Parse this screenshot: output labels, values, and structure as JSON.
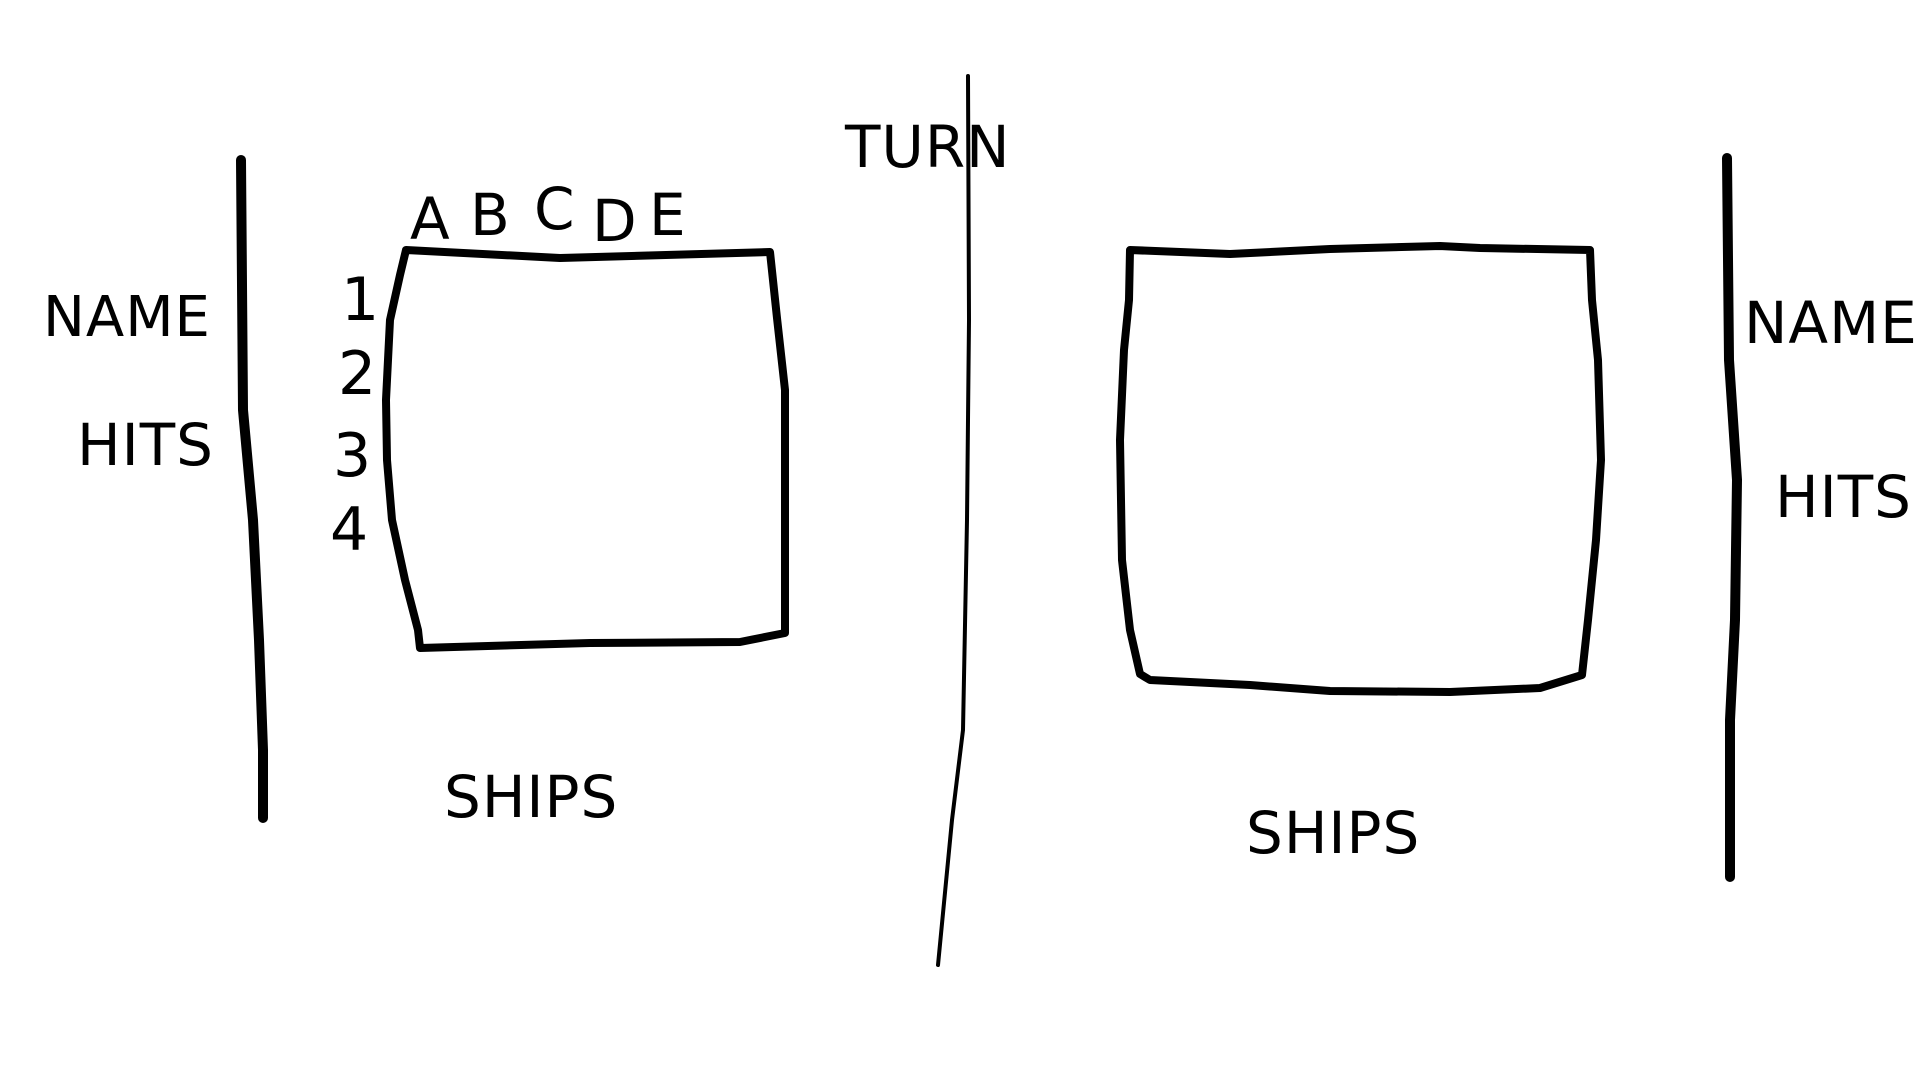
{
  "turn_label": "TURN",
  "player_left": {
    "name_label": "NAME",
    "hits_label": "HITS",
    "ships_label": "SHIPS",
    "column_labels": [
      "A",
      "B",
      "C",
      "D",
      "E"
    ],
    "row_labels": [
      "1",
      "2",
      "3",
      "4"
    ]
  },
  "player_right": {
    "name_label": "NAME",
    "hits_label": "HITS",
    "ships_label": "SHIPS"
  },
  "colors": {
    "ink": "#000000",
    "paper": "#ffffff"
  }
}
